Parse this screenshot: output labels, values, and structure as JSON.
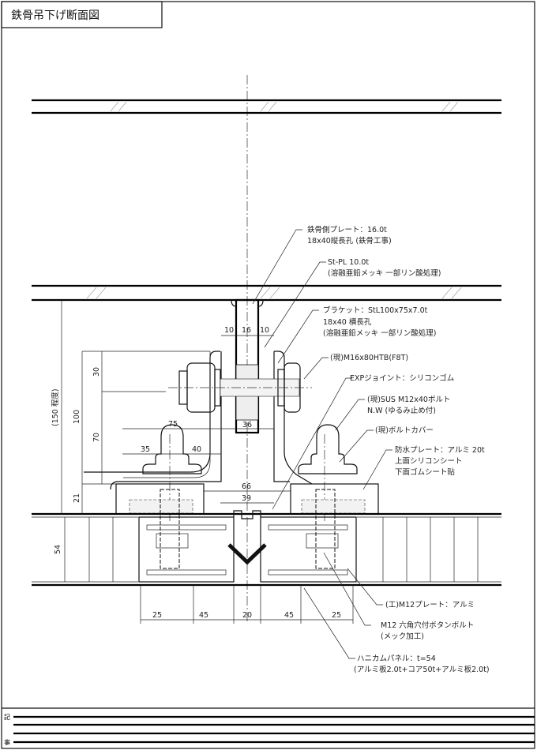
{
  "title": "鉄骨吊下げ断面図",
  "annotations": {
    "steel_plate_1": "鉄骨側プレート：16.0t",
    "steel_plate_2": "18x40縦長孔 (鉄骨工事)",
    "st_pl_1": "St-PL 10.0t",
    "st_pl_2": "(溶融亜鉛メッキ 一部リン酸処理)",
    "bracket_1": "ブラケット：StL100x75x7.0t",
    "bracket_2": "18x40 横長孔",
    "bracket_3": "(溶融亜鉛メッキ 一部リン酸処理)",
    "htb": "(現)M16x80HTB(F8T)",
    "exp_joint": "EXPジョイント：シリコンゴム",
    "sus_bolt_1": "(現)SUS M12x40ボルト",
    "sus_bolt_2": "N.W (ゆるみ止め付)",
    "bolt_cover": "(現)ボルトカバー",
    "waterproof_1": "防水プレート：アルミ 20t",
    "waterproof_2": "上面シリコンシート",
    "waterproof_3": "下面ゴムシート貼",
    "m12_plate": "(工)M12プレート：アルミ",
    "button_bolt_1": "M12 六角穴付ボタンボルト",
    "button_bolt_2": "(メック加工)",
    "honeycomb_1": "ハニカムパネル：t=54",
    "honeycomb_2": "(アルミ板2.0t+コア50t+アルミ板2.0t)"
  },
  "dimensions": {
    "total": "(150 程度)",
    "d100": "100",
    "d30": "30",
    "d70": "70",
    "d21": "21",
    "d54": "54",
    "d10a": "10",
    "d16": "16",
    "d10b": "10",
    "d36": "36",
    "d75": "75",
    "d35": "35",
    "d40": "40",
    "d66": "66",
    "d39": "39",
    "b25a": "25",
    "b45a": "45",
    "b20": "20",
    "b45b": "45",
    "b25b": "25"
  },
  "footer": {
    "label_top": "記",
    "label_bottom": "事"
  }
}
